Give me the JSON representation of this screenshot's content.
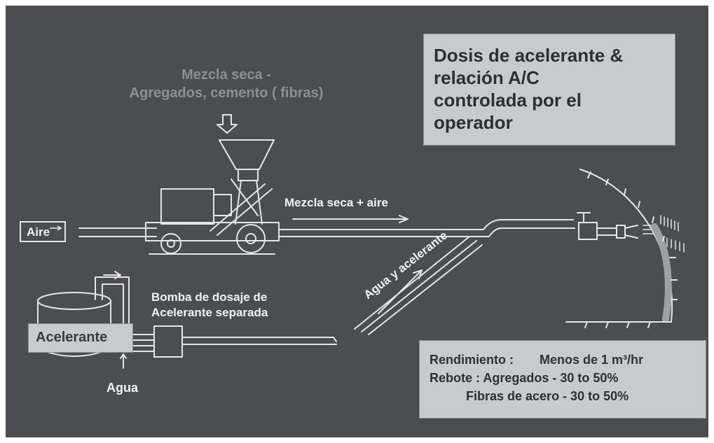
{
  "top_label": {
    "line1": "Mezcla seca -",
    "line2": "Agregados, cemento ( fibras)"
  },
  "control_box": {
    "line1": "Dosis de acelerante &",
    "line2": "relación A/C",
    "line3": "controlada por el",
    "line4": "operador"
  },
  "air_label": "Aire",
  "dry_mix_air_label": "Mezcla seca + aire",
  "pump_label": {
    "line1": "Bomba de dosaje de",
    "line2": "Acelerante separada"
  },
  "accelerant_label": "Acelerante",
  "water_label": "Agua",
  "water_accel_label": "Agua y acelerante",
  "performance_box": {
    "line1_label": "Rendimiento :",
    "line1_value": "Menos de 1 m³/hr",
    "line2": "Rebote : Agregados - 30 to 50%",
    "line3": "Fibras de acero - 30 to 50%"
  },
  "colors": {
    "background": "#4b4d51",
    "line": "#e6e6e6",
    "box_fill": "#c9cacc",
    "dim_text": "#8d8f93"
  }
}
